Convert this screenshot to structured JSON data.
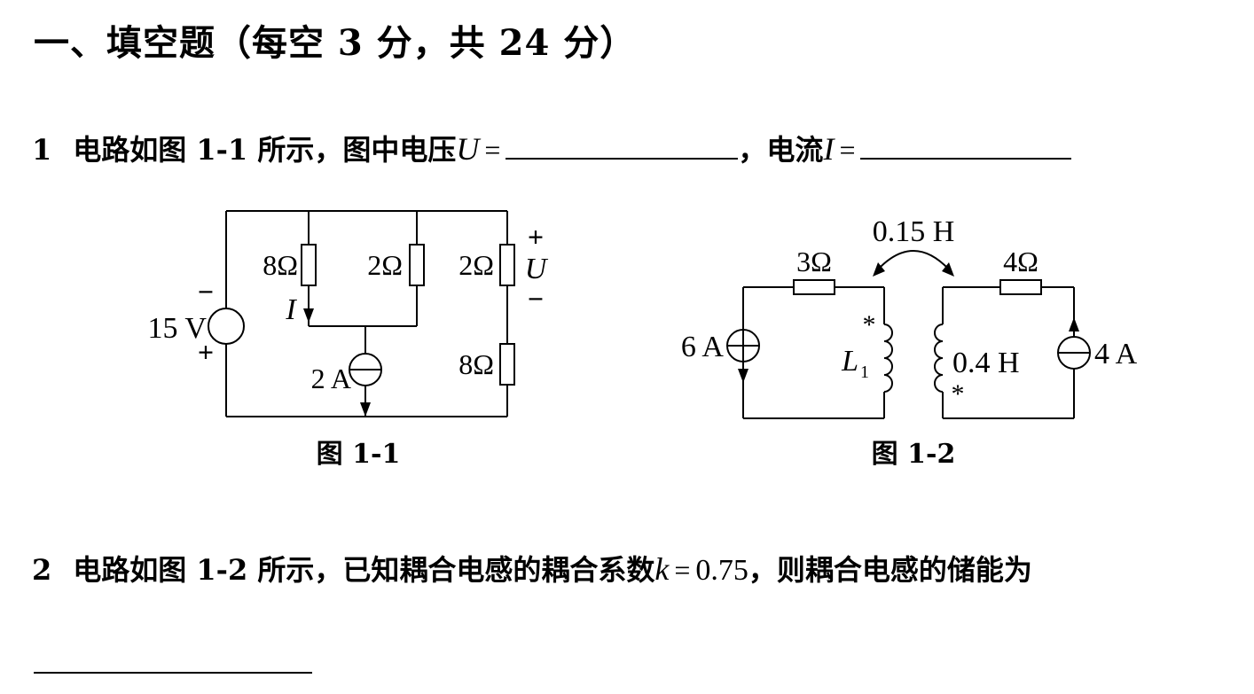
{
  "section": {
    "title": "一、填空题（每空 3 分，共 24 分）"
  },
  "q1": {
    "number": "1",
    "text_before": "电路如图 1-1 所示，图中电压",
    "var_u": "U",
    "equals": "=",
    "comma": "，电流",
    "var_i": "I"
  },
  "q2": {
    "number": "2",
    "text_before": "电路如图 1-2 所示，已知耦合电感的耦合系数",
    "var_k": "k",
    "equals": "=",
    "k_value": "0.75",
    "text_after": "，则耦合电感的储能为"
  },
  "fig1": {
    "caption": "图 1-1",
    "r1": "8Ω",
    "r2": "2Ω",
    "r3": "2Ω",
    "r4": "8Ω",
    "voltage_source": "15 V",
    "current_source": "2 A",
    "current_label": "I",
    "voltage_label": "U",
    "plus": "+",
    "minus": "−"
  },
  "fig2": {
    "caption": "图 1-2",
    "mutual": "0.15 H",
    "r_left": "3Ω",
    "r_right": "4Ω",
    "src_left": "6 A",
    "src_right": "4 A",
    "l1_letter": "L",
    "l1_sub": "1",
    "l2": "0.4 H",
    "dot": "*"
  }
}
